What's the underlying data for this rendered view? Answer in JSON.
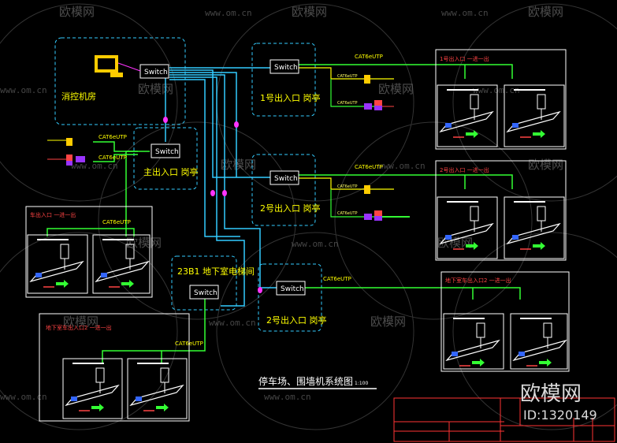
{
  "watermarks": {
    "brand": "欧模网",
    "url": "www.om.cn",
    "corner_brand": "欧模网",
    "corner_id": "ID:1320149"
  },
  "zones": {
    "control_room": "消控机房",
    "main_entrance": "主出入口 岗亭",
    "entrance1": "1号出入口 岗亭",
    "entrance2": "2号出入口 岗亭",
    "basement": "23B1 地下室电梯间",
    "entrance2b": "2号出入口 岗亭"
  },
  "switch_label": "Switch",
  "cable_label": "CAT6eUTP",
  "lane_labels": {
    "left_mid": "车出入口 一进一出",
    "left_bottom": "地下室车出入口2 一进一出",
    "right_top": "1号出入口 一进一出",
    "right_mid": "2号出入口 一进一出",
    "right_bottom": "地下室车出入口2 一进一出"
  },
  "title": "停车场、围墙机系统图",
  "title_scale": "1:100",
  "colors": {
    "green": "#33ff33",
    "cyan": "#33ccff",
    "magenta": "#ff33ff",
    "yellow": "#ffff00",
    "white": "#ffffff",
    "red": "#ff4444"
  }
}
